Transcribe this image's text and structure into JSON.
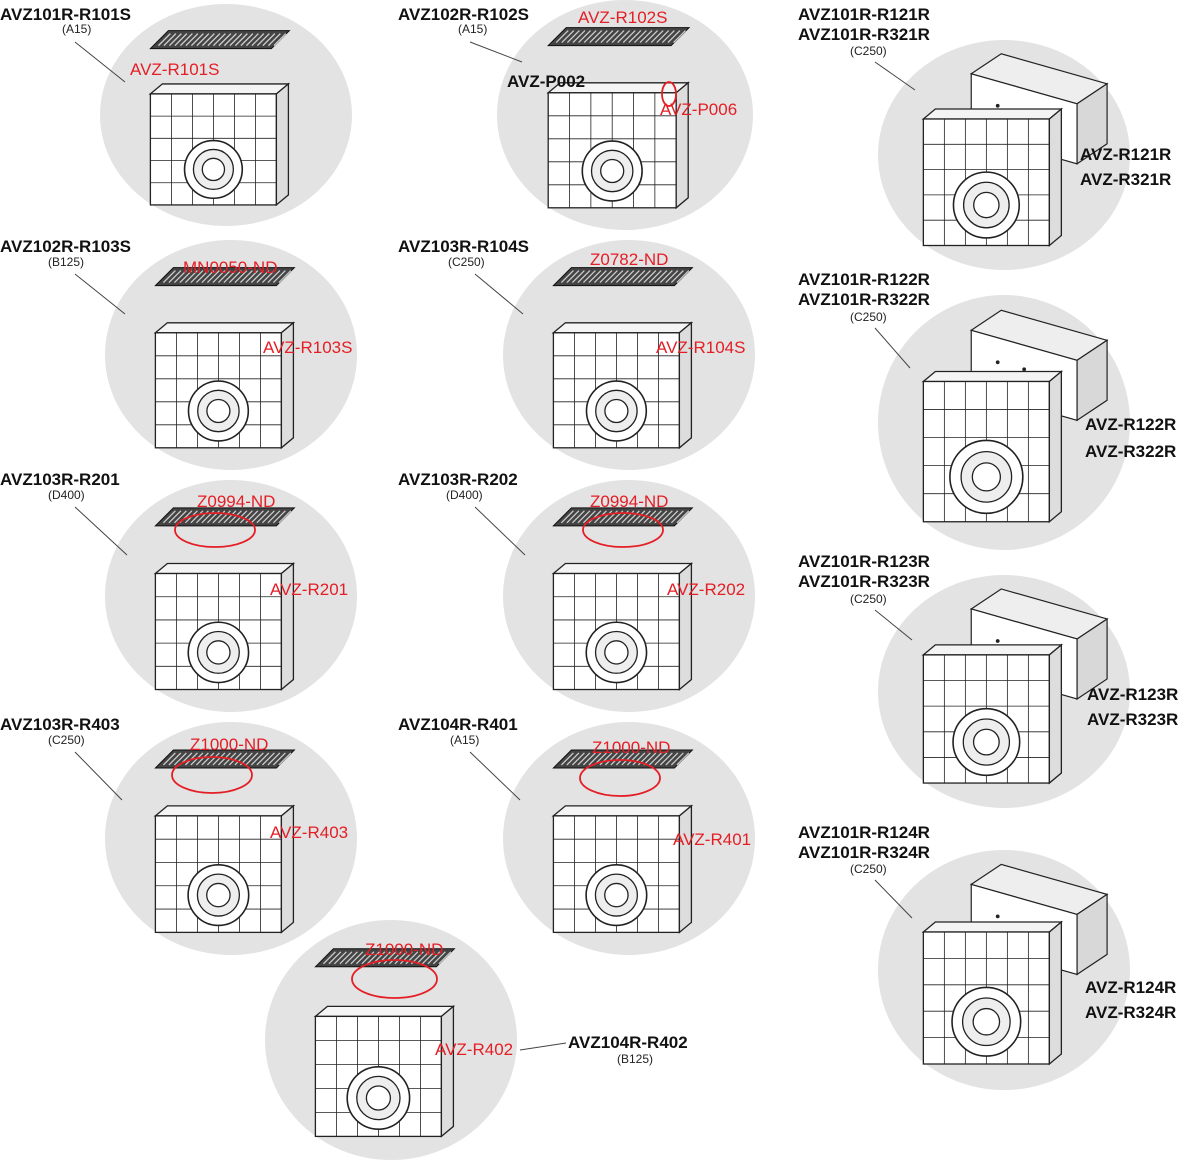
{
  "colors": {
    "label_red": "#e41e25",
    "circle": "#e3e3e3",
    "text": "#111111"
  },
  "panels": [
    {
      "id": "p1",
      "title": [
        "AVZ101R-R101S"
      ],
      "class": "(A15)",
      "kind": "grate",
      "parts": [
        {
          "text": "AVZ-R101S",
          "color": "red"
        }
      ]
    },
    {
      "id": "p2",
      "title": [
        "AVZ102R-R102S"
      ],
      "class": "(A15)",
      "kind": "grate",
      "parts": [
        {
          "text": "AVZ-R102S",
          "color": "red"
        },
        {
          "text": "AVZ-P002",
          "color": "black"
        },
        {
          "text": "AVZ-P006",
          "color": "red"
        }
      ]
    },
    {
      "id": "p3",
      "title": [
        "AVZ102R-R103S"
      ],
      "class": "(B125)",
      "kind": "grate",
      "parts": [
        {
          "text": "MN0050-ND",
          "color": "red"
        },
        {
          "text": "AVZ-R103S",
          "color": "red"
        }
      ]
    },
    {
      "id": "p4",
      "title": [
        "AVZ103R-R104S"
      ],
      "class": "(C250)",
      "kind": "grate",
      "parts": [
        {
          "text": "Z0782-ND",
          "color": "red"
        },
        {
          "text": "AVZ-R104S",
          "color": "red"
        }
      ]
    },
    {
      "id": "p5",
      "title": [
        "AVZ103R-R201"
      ],
      "class": "(D400)",
      "kind": "grate",
      "parts": [
        {
          "text": "Z0994-ND",
          "color": "red"
        },
        {
          "text": "AVZ-R201",
          "color": "red"
        }
      ]
    },
    {
      "id": "p6",
      "title": [
        "AVZ103R-R202"
      ],
      "class": "(D400)",
      "kind": "grate",
      "parts": [
        {
          "text": "Z0994-ND",
          "color": "red"
        },
        {
          "text": "AVZ-R202",
          "color": "red"
        }
      ]
    },
    {
      "id": "p7",
      "title": [
        "AVZ103R-R403"
      ],
      "class": "(C250)",
      "kind": "grate",
      "parts": [
        {
          "text": "Z1000-ND",
          "color": "red"
        },
        {
          "text": "AVZ-R403",
          "color": "red"
        }
      ]
    },
    {
      "id": "p8",
      "title": [
        "AVZ104R-R401"
      ],
      "class": "(A15)",
      "kind": "grate",
      "parts": [
        {
          "text": "Z1000-ND",
          "color": "red"
        },
        {
          "text": "AVZ-R401",
          "color": "red"
        }
      ]
    },
    {
      "id": "p9",
      "title": [
        "AVZ104R-R402"
      ],
      "class": "(B125)",
      "kind": "grate",
      "parts": [
        {
          "text": "Z1000-ND",
          "color": "red"
        },
        {
          "text": "AVZ-R402",
          "color": "red"
        }
      ]
    },
    {
      "id": "p10",
      "title": [
        "AVZ101R-R121R",
        "AVZ101R-R321R"
      ],
      "class": "(C250)",
      "kind": "channel",
      "parts": [
        {
          "text": "AVZ-R121R",
          "color": "black"
        },
        {
          "text": "AVZ-R321R",
          "color": "black"
        }
      ]
    },
    {
      "id": "p11",
      "title": [
        "AVZ101R-R122R",
        "AVZ101R-R322R"
      ],
      "class": "(C250)",
      "kind": "channel",
      "parts": [
        {
          "text": "AVZ-R122R",
          "color": "black"
        },
        {
          "text": "AVZ-R322R",
          "color": "black"
        }
      ]
    },
    {
      "id": "p12",
      "title": [
        "AVZ101R-R123R",
        "AVZ101R-R323R"
      ],
      "class": "(C250)",
      "kind": "channel",
      "parts": [
        {
          "text": "AVZ-R123R",
          "color": "black"
        },
        {
          "text": "AVZ-R323R",
          "color": "black"
        }
      ]
    },
    {
      "id": "p13",
      "title": [
        "AVZ101R-R124R",
        "AVZ101R-R324R"
      ],
      "class": "(C250)",
      "kind": "channel",
      "parts": [
        {
          "text": "AVZ-R124R",
          "color": "black"
        },
        {
          "text": "AVZ-R324R",
          "color": "black"
        }
      ]
    }
  ]
}
